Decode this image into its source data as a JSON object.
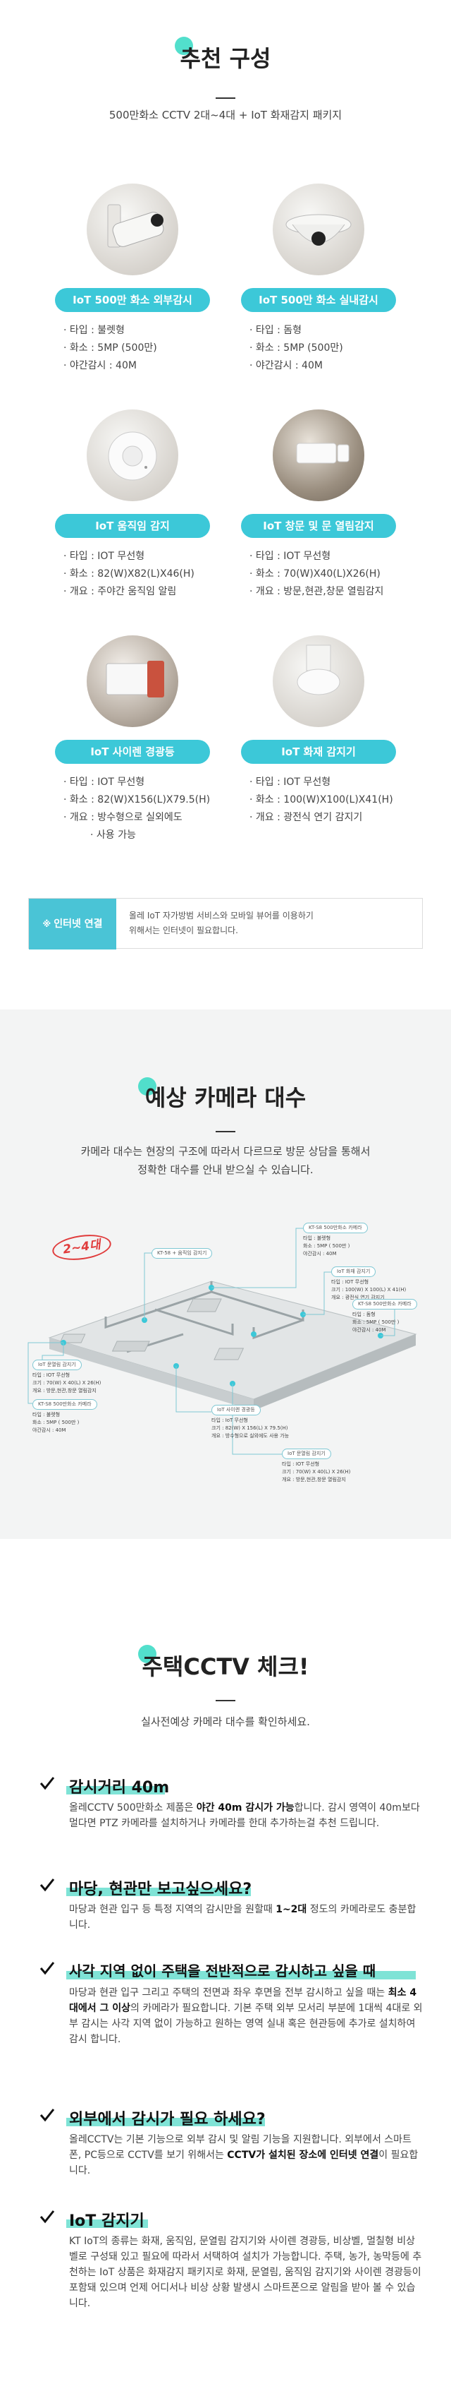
{
  "s1": {
    "title": "추천 구성",
    "subtitle": "500만화소 CCTV 2대~4대 + IoT 화재감지 패키지",
    "cards": [
      {
        "label": "IoT 500만 화소 외부감시",
        "lines": [
          "타입 : 불렛형",
          "화소 : 5MP (500만)",
          "야간감시 : 40M"
        ]
      },
      {
        "label": "IoT 500만 화소 실내감시",
        "lines": [
          "타입 : 돔형",
          "화소 : 5MP (500만)",
          "야간감시 : 40M"
        ]
      },
      {
        "label": "IoT 움직임 감지",
        "lines": [
          "타입 : IOT 무선형",
          "화소 : 82(W)X82(L)X46(H)",
          "개요 : 주야간 움직임 알림"
        ]
      },
      {
        "label": "IoT 창문 및 문 열림감지",
        "lines": [
          "타입 : IOT 무선형",
          "화소 : 70(W)X40(L)X26(H)",
          "개요 : 방문,현관,창문 열림감지"
        ]
      },
      {
        "label": "IoT 사이렌 경광등",
        "lines": [
          "타입 : IOT 무선형",
          "화소 : 82(W)X156(L)X79.5(H)",
          "개요 : 방수형으로 실외에도",
          "사용 가능"
        ]
      },
      {
        "label": "IoT 화재 감지기",
        "lines": [
          "타입 : IOT 무선형",
          "화소 : 100(W)X100(L)X41(H)",
          "개요 : 광전식 연기 감지기"
        ]
      }
    ],
    "notice": {
      "tag_prefix": "※",
      "tag": "인터넷 연결",
      "line1": "올레 IoT 자가방범 서비스와 모바일 뷰어를 이용하기",
      "line2": "위해서는 인터넷이 필요합니다."
    }
  },
  "s2": {
    "title": "예상 카메라 대수",
    "desc1": "카메라 대수는 현장의 구조에 따라서 다르므로 방문 상담을 통해서",
    "desc2": "정확한 대수를 안내 받으실 수 있습니다.",
    "badge": "2~4대",
    "callouts": [
      {
        "head": "KT-58 + 움직임 감지기",
        "lines": []
      },
      {
        "head": "KT-S8 500만화소 카메라",
        "lines": [
          "타입 : 불렛형",
          "화소 : 5MP ( 500만 )",
          "야간감시 : 40M"
        ]
      },
      {
        "head": "IoT 화재 감지기",
        "lines": [
          "타입 : IOT 무선형",
          "크기 : 100(W) X 100(L) X 41(H)",
          "개요 : 광전식 연기 감지기"
        ]
      },
      {
        "head": "KT-S8 500만화소 카메라",
        "lines": [
          "타입 : 돔형",
          "화소 : 5MP ( 500만 )",
          "야간감시 : 40M"
        ]
      },
      {
        "head": "IoT 사이렌 경광등",
        "lines": [
          "타입 : IoT 무선형",
          "크기 : 82(W) X 156(L) X 79.5(H)",
          "개요 : 방수형으로 실외에도 사용 가능"
        ]
      },
      {
        "head": "IoT 문열림 감지기",
        "lines": [
          "타입 : IOT 무선형",
          "크기 : 70(W) X 40(L) X 26(H)",
          "개요 : 방문,현관,창문 열림감지"
        ]
      },
      {
        "head": "KT-S8 500만화소 카메라",
        "lines": [
          "타입 : 불렛형",
          "화소 : 5MP ( 500만 )",
          "야간감시 : 40M"
        ]
      },
      {
        "head": "IoT 문열림 감지기",
        "lines": [
          "타입 : IOT 무선형",
          "크기 : 70(W) X 40(L) X 26(H)",
          "개요 : 방문,현관,창문 열림감지"
        ]
      }
    ]
  },
  "s3": {
    "title": "주택CCTV 체크!",
    "subtitle": "실사전예상 카메라 대수를 확인하세요.",
    "items": [
      {
        "head": "감시거리 40m",
        "p1": "올레CCTV 500만화소 제품은 ",
        "p1b": "야간 40m 감시가 가능",
        "p1c": "합니다. 감시 영역이 40m보다 멀다면 PTZ 카메라를 설치하거나 카메라를 한대 추가하는걸 추천 드립니다."
      },
      {
        "head": "마당, 현관만 보고싶으세요?",
        "p1": "마당과 현관 입구 등 특정 지역의 감시만을 원할때 ",
        "p1b": "1~2대",
        "p1c": " 정도의 카메라로도 충분합니다."
      },
      {
        "head": "사각 지역 없이 주택을 전반적으로 감시하고 싶을 때",
        "p1": "마당과 현관 입구 그리고 주택의 전면과 좌우 후면을 전부 감시하고 싶을 때는 ",
        "p1b": "최소 4대에서 그 이상",
        "p1c": "의 카메라가 필요합니다. 기본 주택 외부 모서리 부분에 1대씩 4대로 외부 감시는 사각 지역 없이 가능하고 원하는 영역 실내 혹은 현관등에 추가로 설치하여 감시 합니다."
      },
      {
        "head": "외부에서 감시가 필요 하세요?",
        "p1": "올레CCTV는 기본 기능으로 외부 감시 및 알림 기능을 지원합니다. 외부에서 스마트폰, PC등으로 CCTV를 보기 위해서는 ",
        "p1b": "CCTV가 설치된 장소에 인터넷 연결",
        "p1c": "이 필요합니다."
      },
      {
        "head": "IoT 감지기",
        "p1": "KT IoT의 종류는 화재, 움직임, 문열림 감지기와 사이렌 경광등, 비상벨, 멀칠형 비상벨로 구성돼 있고 필요에 따라서 서택하여 설치가 가능합니다. 주택, 농가, 농막등에 추천하는 IoT 상품은 화재감지 패키지로 화재, 문열림, 움직임 감지기와 사이렌 경광등이 포함돼 있으며 언제 어디서나 비상 상황 발생시 스마트폰으로 알림을 받아 볼 수 있습니다.",
        "p1b": "",
        "p1c": ""
      }
    ]
  }
}
